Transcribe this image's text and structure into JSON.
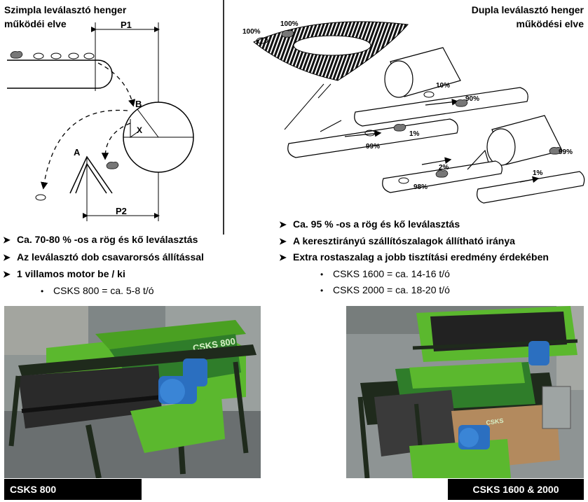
{
  "left_diagram": {
    "title_line1": "Szimpla leválasztó henger",
    "title_line2": "működéi elve",
    "label_p1": "P1",
    "label_p2": "P2",
    "label_a": "A",
    "label_b": "B",
    "label_x": "X"
  },
  "right_diagram": {
    "title_line1": "Dupla leválasztó henger",
    "title_line2": "működési elve",
    "pct_100a": "100%",
    "pct_100b": "100%",
    "pct_10": "10%",
    "pct_90": "90%",
    "pct_1a": "1%",
    "pct_99a": "99%",
    "pct_99b": "99%",
    "pct_2": "2%",
    "pct_98": "98%",
    "pct_1b": "1%"
  },
  "left_bullets": [
    "Ca. 70-80 % -os a rög és kő leválasztás",
    "Az leválasztó dob csavarorsós állítással",
    "1 villamos motor be / ki"
  ],
  "left_sub": [
    "CSKS 800 = ca. 5-8 t/ó"
  ],
  "right_bullets": [
    "Ca. 95 % -os a rög és kő leválasztás",
    "A keresztirányú szállítószalagok állítható iránya",
    "Extra rostaszalag a jobb tisztítási eredmény érdekében"
  ],
  "right_sub": [
    "CSKS 1600 = ca. 14-16 t/ó",
    "CSKS 2000 = ca. 18-20 t/ó"
  ],
  "photo_left_label": "CSKS 800",
  "photo_right_label": "CSKS 1600 & 2000",
  "photo_left_machine_text": "CSKS 800",
  "photo_right_machine_text": "CSKS",
  "colors": {
    "machine_green": "#5bb82e",
    "dark_frame": "#1f2a1c",
    "motor_blue": "#2b6fc0"
  }
}
